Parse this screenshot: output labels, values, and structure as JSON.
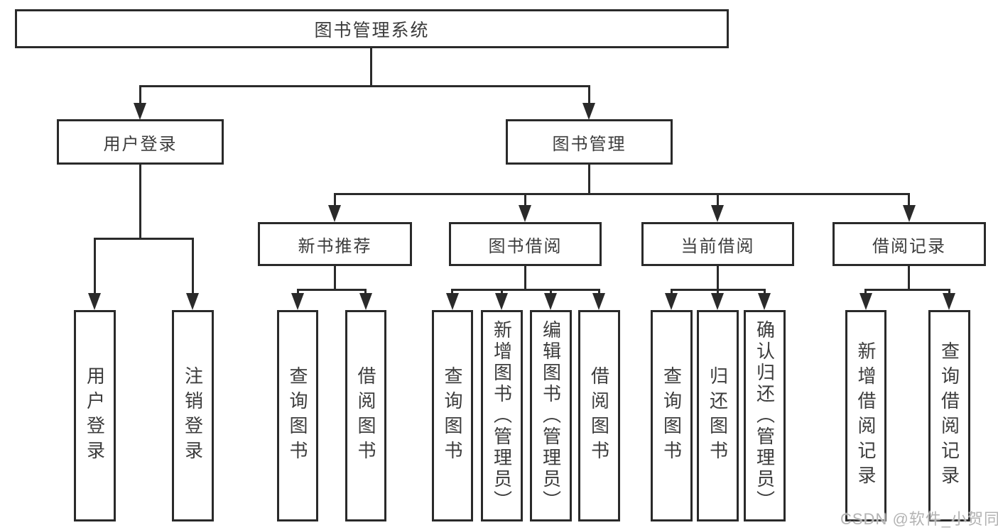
{
  "tree": {
    "label": "图书管理系统",
    "children": [
      {
        "label": "用户登录",
        "children": [
          {
            "label": "用户登录"
          },
          {
            "label": "注销登录"
          }
        ]
      },
      {
        "label": "图书管理",
        "children": [
          {
            "label": "新书推荐",
            "children": [
              {
                "label": "查询图书"
              },
              {
                "label": "借阅图书"
              }
            ]
          },
          {
            "label": "图书借阅",
            "children": [
              {
                "label": "查询图书"
              },
              {
                "label": "新增图书（管理员）"
              },
              {
                "label": "编辑图书（管理员）"
              },
              {
                "label": "借阅图书"
              }
            ]
          },
          {
            "label": "当前借阅",
            "children": [
              {
                "label": "查询图书"
              },
              {
                "label": "归还图书"
              },
              {
                "label": "确认归还（管理员）"
              }
            ]
          },
          {
            "label": "借阅记录",
            "children": [
              {
                "label": "新增借阅记录"
              },
              {
                "label": "查询借阅记录"
              }
            ]
          }
        ]
      }
    ]
  },
  "watermark": "CSDN @软件_小贺同学",
  "colors": {
    "line": "#2a2a2a",
    "text": "#3c3c3c",
    "watermark": "#b3b3b3",
    "background": "#ffffff"
  }
}
